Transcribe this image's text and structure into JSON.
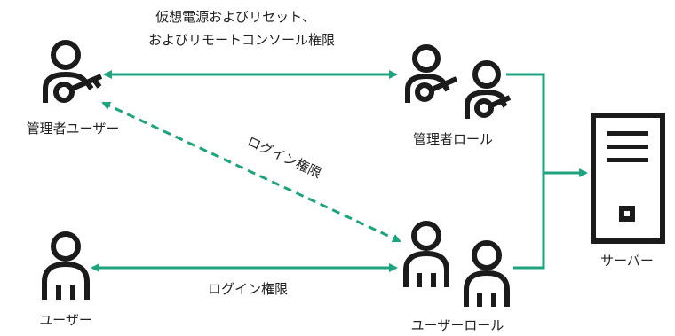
{
  "labels": {
    "top_perm_line1": "仮想電源およびリセット、",
    "top_perm_line2": "およびリモートコンソール権限",
    "admin_user": "管理者ユーザー",
    "admin_role": "管理者ロール",
    "diag_perm": "ログイン権限",
    "user": "ユーザー",
    "user_perm": "ログイン権限",
    "user_role": "ユーザーロール",
    "server": "サーバー"
  },
  "colors": {
    "accent": "#1fa37f",
    "icon": "#1b1b1b"
  },
  "icons": {
    "admin_user": "person-key-icon",
    "admin_role": "people-key-icon",
    "user": "person-icon",
    "user_role": "people-icon",
    "server": "server-icon"
  }
}
